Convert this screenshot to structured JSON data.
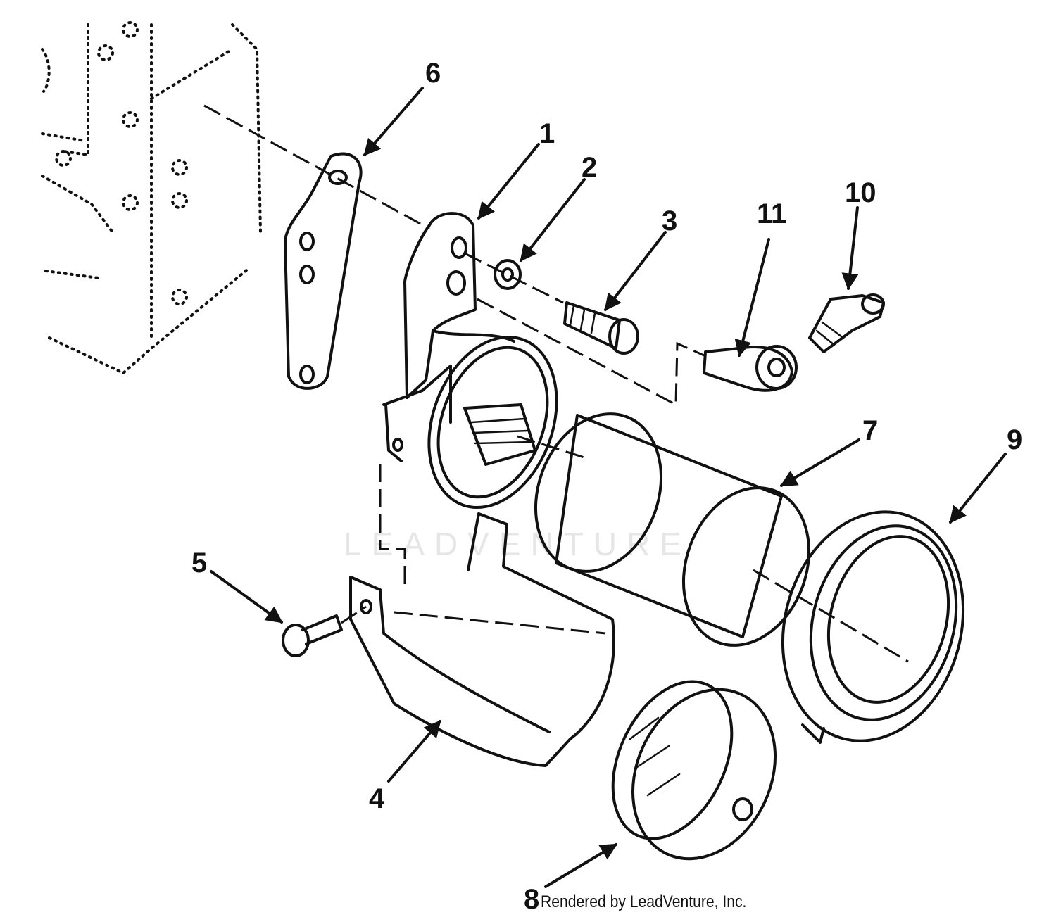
{
  "diagram": {
    "watermark": "LEADVENTURE",
    "credit": "Rendered by LeadVenture, Inc.",
    "callouts": [
      {
        "id": "1",
        "label": "1"
      },
      {
        "id": "2",
        "label": "2"
      },
      {
        "id": "3",
        "label": "3"
      },
      {
        "id": "4",
        "label": "4"
      },
      {
        "id": "5",
        "label": "5"
      },
      {
        "id": "6",
        "label": "6"
      },
      {
        "id": "7",
        "label": "7"
      },
      {
        "id": "8",
        "label": "8"
      },
      {
        "id": "9",
        "label": "9"
      },
      {
        "id": "10",
        "label": "10"
      },
      {
        "id": "11",
        "label": "11"
      }
    ]
  }
}
